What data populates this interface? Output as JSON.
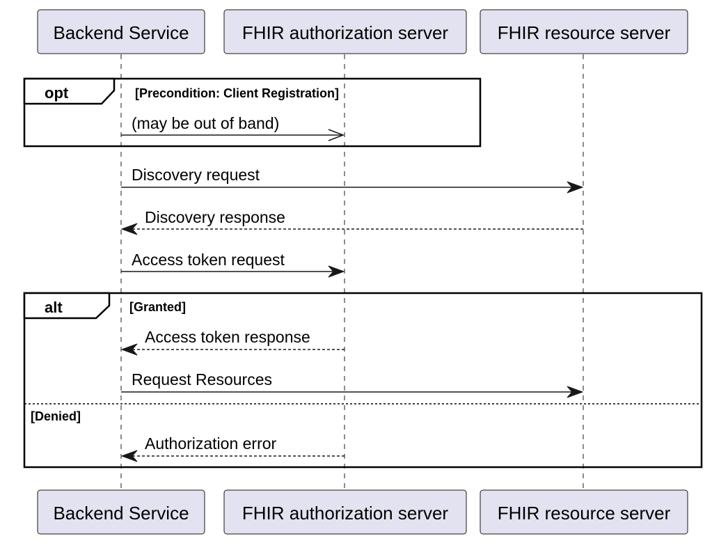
{
  "participants": [
    {
      "id": "backend",
      "name": "Backend Service"
    },
    {
      "id": "auth",
      "name": "FHIR authorization server"
    },
    {
      "id": "resource",
      "name": "FHIR resource server"
    }
  ],
  "fragments": {
    "opt": {
      "keyword": "opt",
      "guard": "[Precondition: Client Registration]"
    },
    "alt": {
      "keyword": "alt",
      "guard": "[Granted]",
      "else_guard": "[Denied]"
    }
  },
  "messages": [
    {
      "from": "backend",
      "to": "auth",
      "label": "(may be out of band)",
      "style": "open"
    },
    {
      "from": "backend",
      "to": "resource",
      "label": "Discovery request",
      "style": "solid"
    },
    {
      "from": "resource",
      "to": "backend",
      "label": "Discovery response",
      "style": "dashed"
    },
    {
      "from": "backend",
      "to": "auth",
      "label": "Access token request",
      "style": "solid"
    },
    {
      "from": "auth",
      "to": "backend",
      "label": "Access token response",
      "style": "dashed"
    },
    {
      "from": "backend",
      "to": "resource",
      "label": "Request Resources",
      "style": "solid"
    },
    {
      "from": "auth",
      "to": "backend",
      "label": "Authorization error",
      "style": "dashed"
    }
  ]
}
